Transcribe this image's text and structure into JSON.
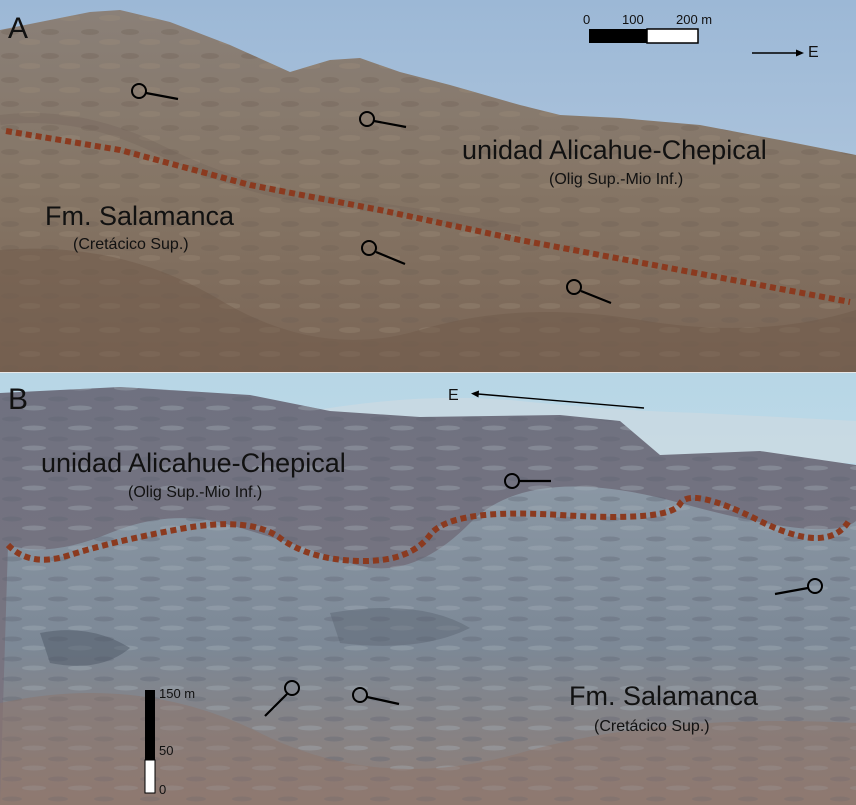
{
  "panel_a": {
    "letter": "A",
    "scale_ticks": [
      "0",
      "100",
      "200 m"
    ],
    "direction": "E",
    "unit_upper": {
      "name": "unidad Alicahue-Chepical",
      "age": "(Olig Sup.-Mio Inf.)"
    },
    "unit_lower": {
      "name": "Fm. Salamanca",
      "age": "(Cretácico Sup.)"
    }
  },
  "panel_b": {
    "letter": "B",
    "direction": "E",
    "unit_upper": {
      "name": "unidad Alicahue-Chepical",
      "age": "(Olig Sup.-Mio Inf.)"
    },
    "unit_lower": {
      "name": "Fm. Salamanca",
      "age": "(Cretácico Sup.)"
    },
    "scale_ticks": [
      "150 m",
      "50",
      "0"
    ]
  },
  "colors": {
    "contact_line": "#8b3a1f",
    "sky_a": "#a9c3dc",
    "sky_b": "#bcd9e6",
    "mountain_a": "#8c7f72",
    "mountain_b": "#7c8a98"
  }
}
